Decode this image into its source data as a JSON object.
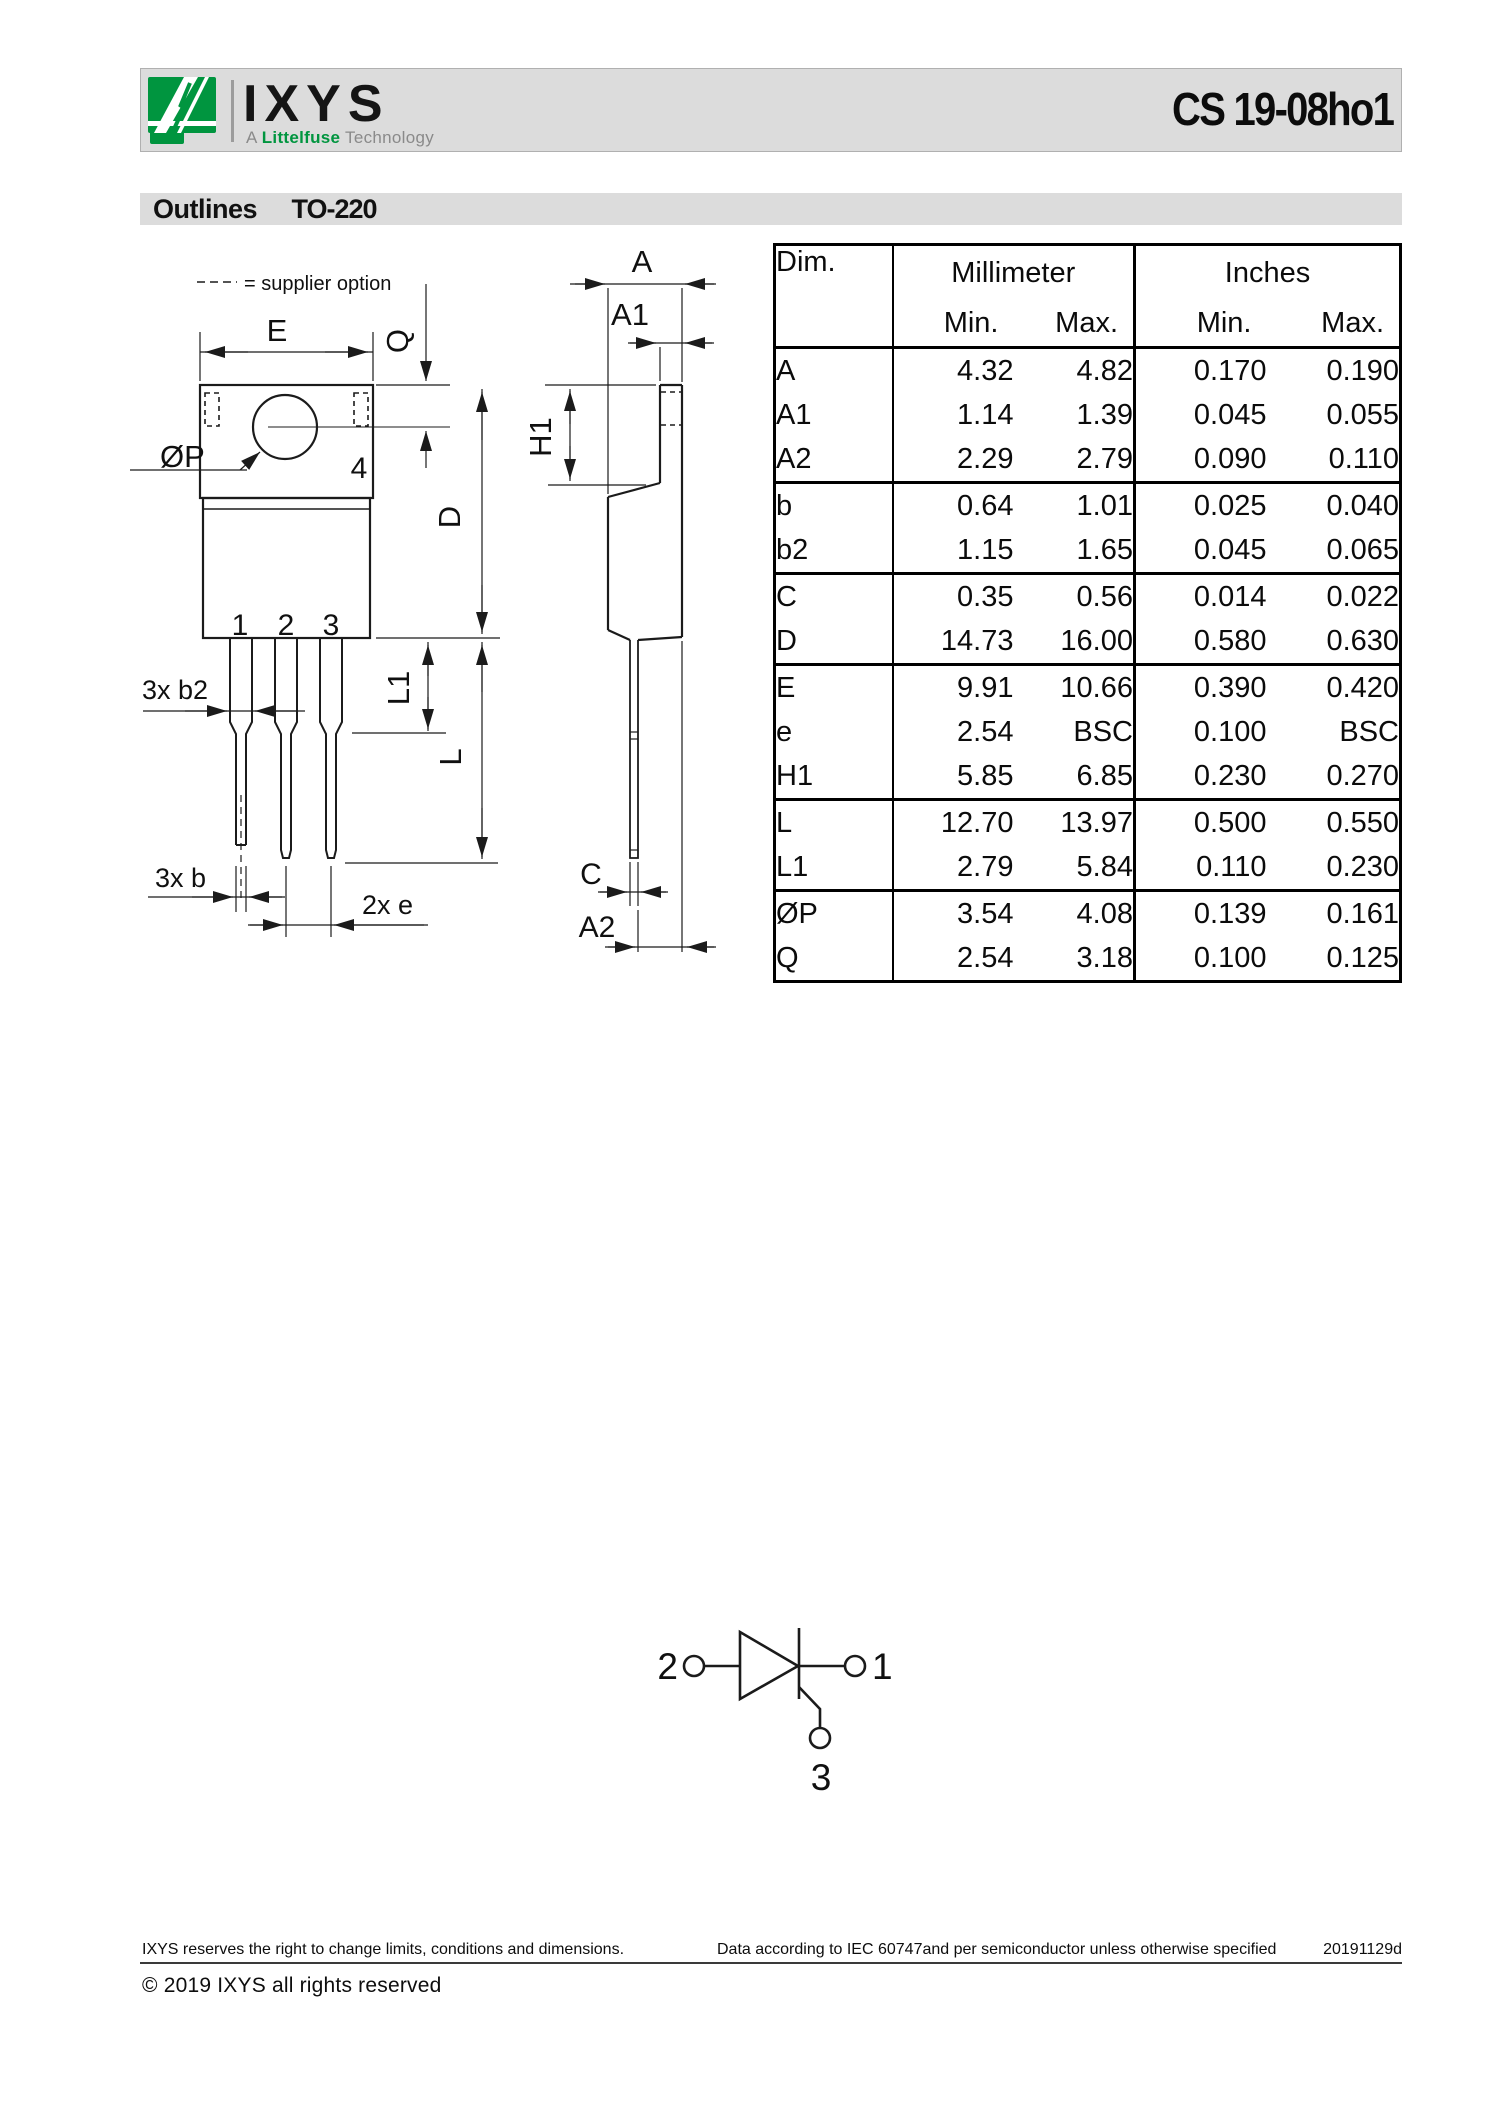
{
  "header": {
    "brand": "IXYS",
    "tagline": {
      "prefix": "A",
      "brand": "Littelfuse",
      "suffix": "Technology"
    },
    "part_number": "CS 19-08ho1",
    "colors": {
      "bar_bg": "#dcdcdc",
      "logo_green": "#00953f",
      "tagline_gray": "#8a8a8a"
    }
  },
  "section_bar": {
    "title": "Outlines",
    "package": "TO-220"
  },
  "drawing": {
    "legend": "= supplier option",
    "labels": {
      "e": "E",
      "q": "Q",
      "d": "D",
      "l1": "L1",
      "l": "L",
      "b2": "3x b2",
      "b": "3x b",
      "pitch": "2x e",
      "hole": "ØP",
      "pin1": "1",
      "pin2": "2",
      "pin3": "3",
      "pin4": "4",
      "a": "A",
      "a1": "A1",
      "h1": "H1",
      "c": "C",
      "a2": "A2"
    }
  },
  "dim_table": {
    "header": {
      "dim": "Dim.",
      "mm": "Millimeter",
      "inches": "Inches",
      "mm_min": "Min.",
      "mm_max": "Max.",
      "in_min": "Min.",
      "in_max": "Max."
    },
    "rows": [
      {
        "dim": "A",
        "mm_min": "4.32",
        "mm_max": "4.82",
        "in_min": "0.170",
        "in_max": "0.190"
      },
      {
        "dim": "A1",
        "mm_min": "1.14",
        "mm_max": "1.39",
        "in_min": "0.045",
        "in_max": "0.055"
      },
      {
        "dim": "A2",
        "mm_min": "2.29",
        "mm_max": "2.79",
        "in_min": "0.090",
        "in_max": "0.110"
      },
      {
        "dim": "b",
        "mm_min": "0.64",
        "mm_max": "1.01",
        "in_min": "0.025",
        "in_max": "0.040"
      },
      {
        "dim": "b2",
        "mm_min": "1.15",
        "mm_max": "1.65",
        "in_min": "0.045",
        "in_max": "0.065"
      },
      {
        "dim": "C",
        "mm_min": "0.35",
        "mm_max": "0.56",
        "in_min": "0.014",
        "in_max": "0.022"
      },
      {
        "dim": "D",
        "mm_min": "14.73",
        "mm_max": "16.00",
        "in_min": "0.580",
        "in_max": "0.630"
      },
      {
        "dim": "E",
        "mm_min": "9.91",
        "mm_max": "10.66",
        "in_min": "0.390",
        "in_max": "0.420"
      },
      {
        "dim": "e",
        "mm_min": "2.54",
        "mm_max": "BSC",
        "in_min": "0.100",
        "in_max": "BSC"
      },
      {
        "dim": "H1",
        "mm_min": "5.85",
        "mm_max": "6.85",
        "in_min": "0.230",
        "in_max": "0.270"
      },
      {
        "dim": "L",
        "mm_min": "12.70",
        "mm_max": "13.97",
        "in_min": "0.500",
        "in_max": "0.550"
      },
      {
        "dim": "L1",
        "mm_min": "2.79",
        "mm_max": "5.84",
        "in_min": "0.110",
        "in_max": "0.230"
      },
      {
        "dim": "ØP",
        "mm_min": "3.54",
        "mm_max": "4.08",
        "in_min": "0.139",
        "in_max": "0.161"
      },
      {
        "dim": "Q",
        "mm_min": "2.54",
        "mm_max": "3.18",
        "in_min": "0.100",
        "in_max": "0.125"
      }
    ]
  },
  "symbol": {
    "terminal_left": "2",
    "terminal_right": "1",
    "terminal_gate": "3"
  },
  "footer": {
    "left": "IXYS reserves the right to change limits, conditions and dimensions.",
    "center": "Data according to IEC 60747and per semiconductor unless otherwise specified",
    "doc_code": "20191129d",
    "copyright": "© 2019 IXYS all rights reserved"
  }
}
